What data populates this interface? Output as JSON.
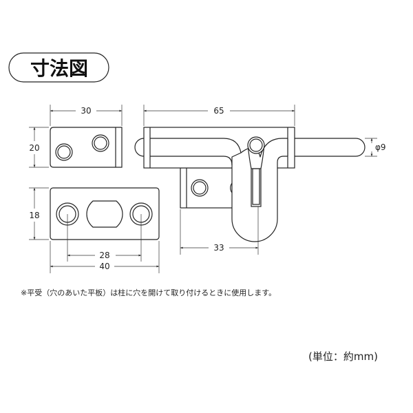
{
  "title": "寸法図",
  "dimensions": {
    "strike_plate_width": "30",
    "strike_plate_height": "20",
    "flat_plate_height": "18",
    "hole_pitch": "28",
    "flat_plate_width": "40",
    "bolt_body_length": "65",
    "rod_diameter": "φ9",
    "handle_offset": "33"
  },
  "note": "※平受（穴のあいた平板）は柱に穴を開けて取り付けるときに使用します。",
  "unit": "(単位：約mm)"
}
